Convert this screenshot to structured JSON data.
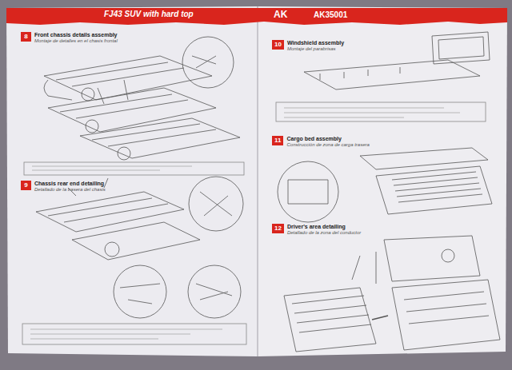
{
  "diagram": {
    "title": "FJ43 SUV with hard top",
    "nodes": [
      {
        "text": [
          "8",
          "Front chassis details assembly",
          "Montaje de detalles en el chasis frontal"
        ]
      },
      {
        "text": [
          "9",
          "Chassis rear end detailing",
          "Detallado de la trasera del chasis"
        ]
      },
      {
        "text": [
          "10",
          "Windshield assembly",
          "Montaje del parabrisas"
        ]
      },
      {
        "text": [
          "11",
          "Cargo bed assembly",
          "Construcción de zona de carga trasera"
        ]
      },
      {
        "text": [
          "12",
          "Driver's area detailing",
          "Detallado de la zona del conductor"
        ]
      }
    ],
    "labels": [
      "AK",
      "AK35001"
    ]
  }
}
